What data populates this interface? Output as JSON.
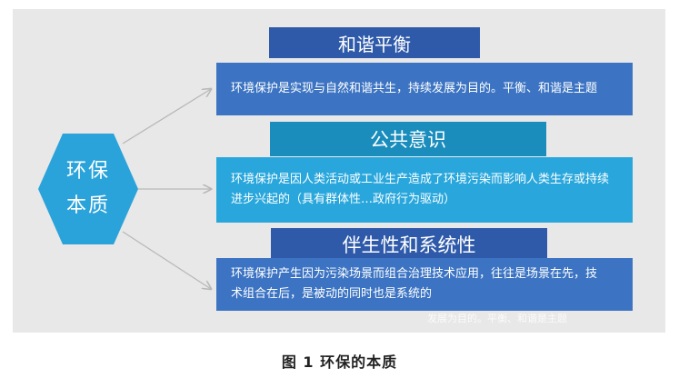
{
  "center": {
    "line1": "环保",
    "line2": "本质"
  },
  "sections": [
    {
      "title": "和谐平衡",
      "text": "环境保护是实现与自然和谐共生，持续发展为目的。平衡、和谐是主题"
    },
    {
      "title": "公共意识",
      "text": "环境保护是因人类活动或工业生产造成了环境污染而影响人类生存或持续进步兴起的（具有群体性…政府行为驱动）"
    },
    {
      "title": "伴生性和系统性",
      "text": "环境保护产生因为污染场景而组合治理技术应用，往往是场景在先，技　术组合在后，是被动的同时也是系统的"
    }
  ],
  "ghost_text": "发展为目的。平衡、和谐是主题",
  "caption": "图 1   环保的本质",
  "colors": {
    "hexagon": "#2aa3da",
    "title_dark": "#2f5aaa",
    "title_teal": "#1a8dbd",
    "box_blue": "#3c74c3",
    "box_sky": "#29a7dc"
  }
}
